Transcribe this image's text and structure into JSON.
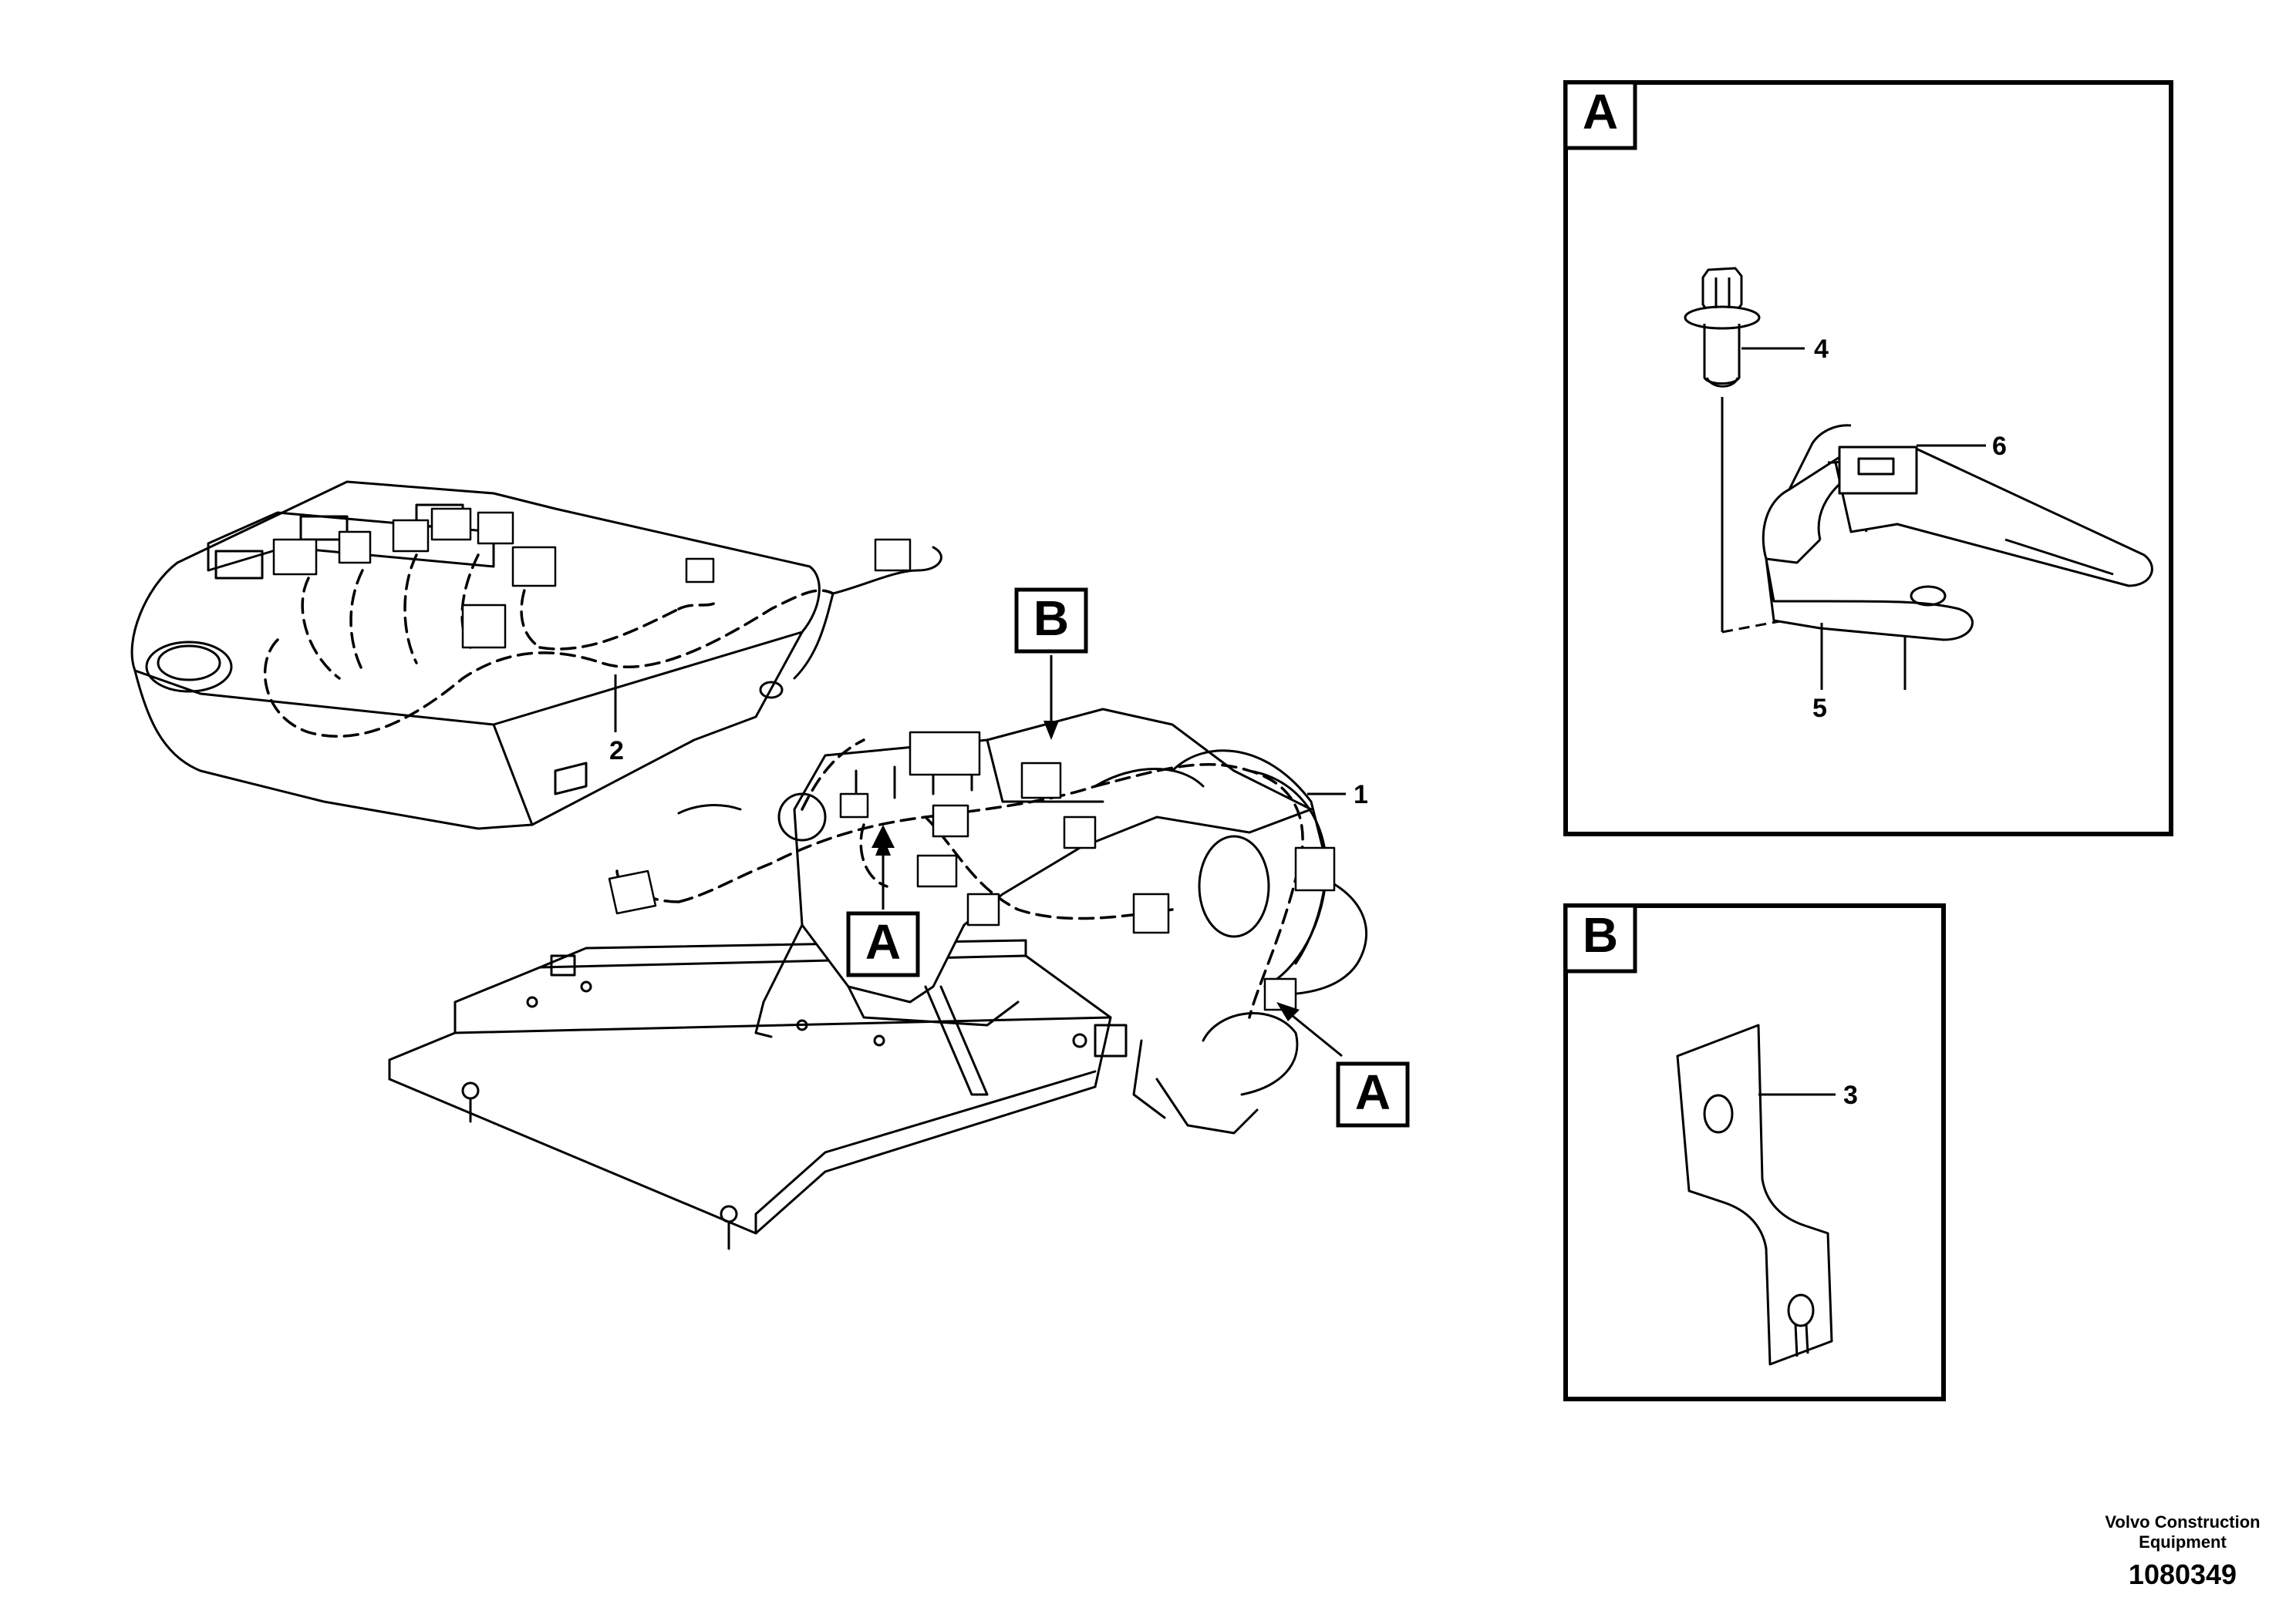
{
  "callouts": {
    "c1": "1",
    "c2": "2",
    "c3": "3",
    "c4": "4",
    "c5": "5",
    "c6": "6"
  },
  "view_labels": {
    "a_left": "A",
    "a_right": "A",
    "b_main": "B",
    "detail_a": "A",
    "detail_b": "B"
  },
  "credit": {
    "line1": "Volvo Construction",
    "line2": "Equipment",
    "number": "1080349"
  }
}
